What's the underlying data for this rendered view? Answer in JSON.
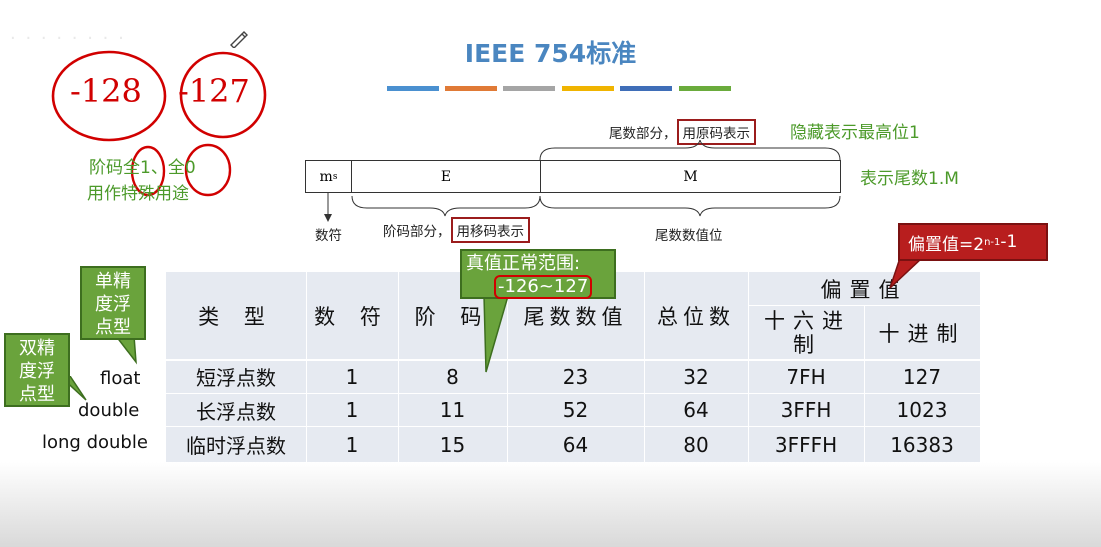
{
  "title": "IEEE 754标准",
  "color_bars": [
    "#4a90d0",
    "#e07a36",
    "#a5a5a5",
    "#f0b400",
    "#3f6eb8",
    "#6aab3c"
  ],
  "colors": {
    "title": "#4a86c0",
    "accent_green": "#4c9a2a",
    "callout_green": "#6aa33c",
    "dark_red": "#9b1c1c",
    "handwriting_red": "#d10000"
  },
  "diagram": {
    "top_label_prefix": "尾数部分，",
    "top_label_box": "用原码表示",
    "top_label_note": "隐藏表示最高位1",
    "right_note": "表示尾数1.M",
    "field_ms": "m",
    "field_ms_sub": "s",
    "field_e": "E",
    "field_m": "M",
    "label_sign": "数符",
    "label_exp_prefix": "阶码部分，",
    "label_exp_box": "用移码表示",
    "label_mantissa": "尾数数值位"
  },
  "handwriting": {
    "num_left": "-128",
    "num_right": "-127",
    "note_line1": "阶码全1、全0",
    "note_line2": "用作特殊用途"
  },
  "callouts": {
    "bias": "偏置值=2",
    "bias_exp": "n-1",
    "bias_tail": " -1",
    "range_title": "真值正常范围:",
    "range_value": "-126~127",
    "single": "单精度浮点型",
    "double": "双精度浮点型"
  },
  "row_labels": [
    "float",
    "double",
    "long double"
  ],
  "table": {
    "headers": [
      "类 型",
      "数 符",
      "阶 码",
      "尾数数值",
      "总位数"
    ],
    "bias_header": "偏置值",
    "bias_sub_hex": "十六进制",
    "bias_sub_dec": "十进制",
    "rows": [
      [
        "短浮点数",
        "1",
        "8",
        "23",
        "32",
        "7FH",
        "127"
      ],
      [
        "长浮点数",
        "1",
        "11",
        "52",
        "64",
        "3FFH",
        "1023"
      ],
      [
        "临时浮点数",
        "1",
        "15",
        "64",
        "80",
        "3FFFH",
        "16383"
      ]
    ]
  }
}
